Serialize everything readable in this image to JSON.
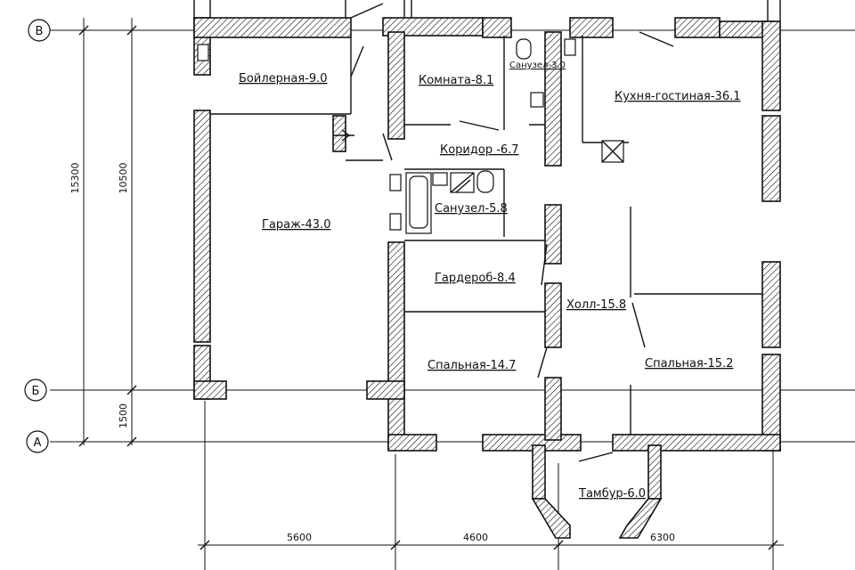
{
  "axes": [
    {
      "id": "axis-v",
      "label": "В"
    },
    {
      "id": "axis-b",
      "label": "Б"
    },
    {
      "id": "axis-a",
      "label": "А"
    }
  ],
  "rooms": {
    "boiler": "Бойлерная-9.0",
    "room": "Комната-8.1",
    "wc_small": "Санузел-3.0",
    "kitchen": "Кухня-гостиная-36.1",
    "corridor": "Коридор -6.7",
    "garage": "Гараж-43.0",
    "bathroom": "Санузел-5.8",
    "wardrobe": "Гардероб-8.4",
    "hall": "Холл-15.8",
    "bedroom1": "Спальная-14.7",
    "bedroom2": "Спальная-15.2",
    "vestibule": "Тамбур-6.0"
  },
  "dimensions": {
    "vertical": {
      "total": "15300",
      "upper": "10500",
      "lower": "1500"
    },
    "horizontal": {
      "left": "5600",
      "middle": "4600",
      "right": "6300"
    }
  }
}
